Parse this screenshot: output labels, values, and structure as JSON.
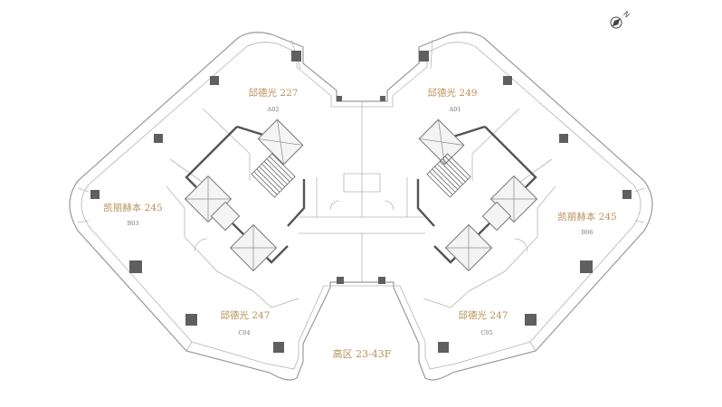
{
  "floor_label": "高区 23-43F",
  "compass": {
    "icon": "north-arrow-icon",
    "letter": "N"
  },
  "units": [
    {
      "id": "A02",
      "tenant": "邱德光 227"
    },
    {
      "id": "A01",
      "tenant": "邱德光 249"
    },
    {
      "id": "B03",
      "tenant": "凯丽赫本 245"
    },
    {
      "id": "B06",
      "tenant": "凯丽赫本 245"
    },
    {
      "id": "C04",
      "tenant": "邱德光 247"
    },
    {
      "id": "C05",
      "tenant": "邱德光 247"
    }
  ],
  "colors": {
    "label": "#b8925a",
    "wall": "#9a9a9a",
    "core": "#555555"
  }
}
